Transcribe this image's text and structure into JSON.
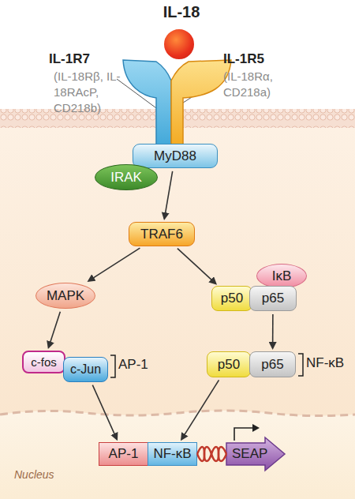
{
  "diagram": {
    "nodes": [
      {
        "text": [
          "IL-18"
        ]
      },
      {
        "text": [
          "IL-1R7",
          "(IL-18Rβ, IL-18RAcP, CD218b)"
        ]
      },
      {
        "text": [
          "IL-1R5",
          "(IL-18Rα, CD218a)"
        ]
      },
      {
        "text": [
          "MyD88"
        ]
      },
      {
        "text": [
          "IRAK"
        ]
      },
      {
        "text": [
          "TRAF6"
        ]
      },
      {
        "text": [
          "MAPK"
        ]
      },
      {
        "text": [
          "IκB"
        ]
      },
      {
        "text": [
          "p50"
        ]
      },
      {
        "text": [
          "p65"
        ]
      },
      {
        "text": [
          "c-fos"
        ]
      },
      {
        "text": [
          "c-Jun"
        ]
      },
      {
        "text": [
          "p50"
        ]
      },
      {
        "text": [
          "p65"
        ]
      },
      {
        "text": [
          "Nucleus"
        ]
      },
      {
        "text": [
          "AP-1"
        ],
        "in": 14
      },
      {
        "text": [
          "NF-κB"
        ],
        "in": 14
      },
      {
        "text": [
          "SEAP"
        ],
        "in": 14
      }
    ],
    "edges": [
      {
        "from": 3,
        "to": 5,
        "arrow": "to"
      },
      {
        "from": 5,
        "to": 6,
        "arrow": "to"
      },
      {
        "from": 5,
        "to": 8,
        "arrow": "to"
      },
      {
        "from": 6,
        "to": 10,
        "arrow": "to"
      },
      {
        "from": 9,
        "to": 13,
        "arrow": "to"
      },
      {
        "from": 11,
        "to": 15,
        "arrow": "to"
      },
      {
        "from": 12,
        "to": 16,
        "arrow": "to"
      }
    ],
    "labels": [
      "AP-1",
      "NF-κB"
    ]
  }
}
